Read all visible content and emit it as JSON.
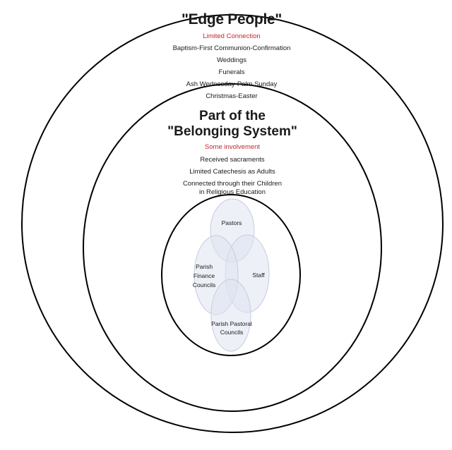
{
  "outer": {
    "title": "\"Edge People\"",
    "subtitle": "Limited Connection",
    "items": [
      "Baptism-First Communion-Confirmation",
      "Weddings",
      "Funerals",
      "Ash Wednesday-Palm Sunday",
      "Christmas-Easter"
    ]
  },
  "middle": {
    "title_line1": "Part of the",
    "title_line2": "\"Belonging System\"",
    "subtitle": "Some involvement",
    "items": [
      "Received sacraments",
      "Limited Catechesis as Adults",
      "Connected through their Children",
      "in Religious Education"
    ]
  },
  "inner": {
    "pastors": "Pastors",
    "staff": "Staff",
    "finance_line1": "Parish",
    "finance_line2": "Finance",
    "finance_line3": "Councils",
    "pastoral_line1": "Parish Pastoral",
    "pastoral_line2": "Councils"
  },
  "colors": {
    "accent": "#c0282d",
    "venn_fill": "#dfe4f0",
    "venn_stroke": "#c5cce0"
  }
}
